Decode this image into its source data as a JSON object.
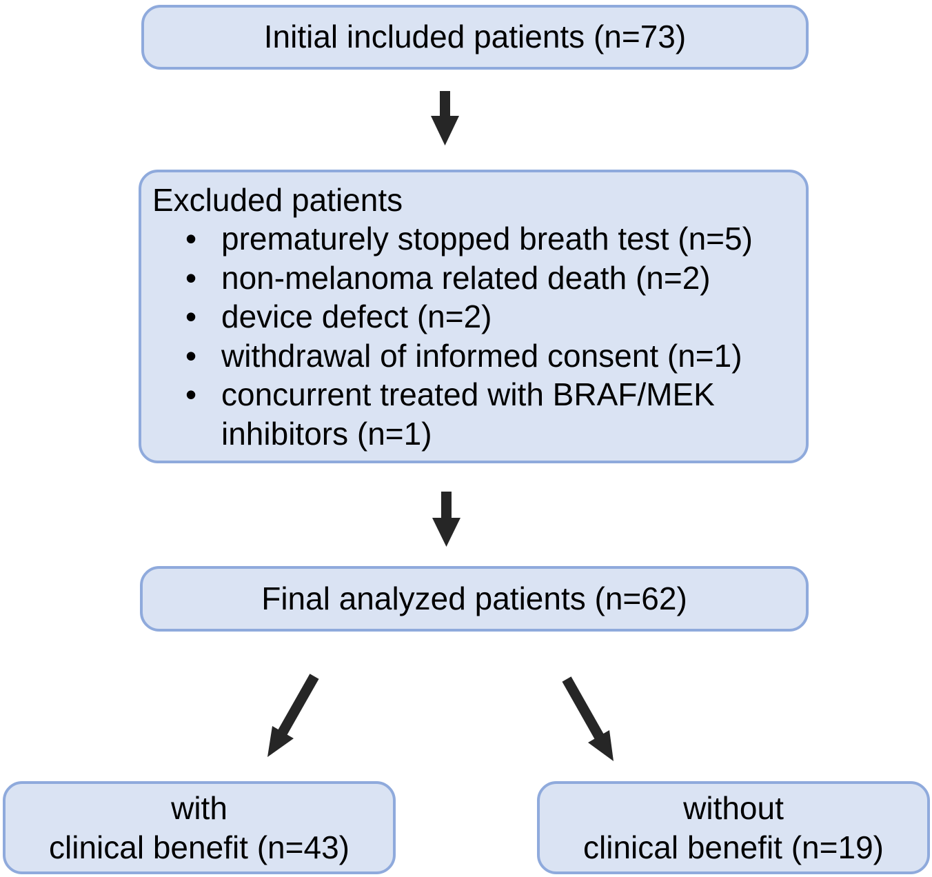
{
  "flowchart": {
    "initial": {
      "text": "Initial included patients (n=73)"
    },
    "excluded": {
      "title": "Excluded patients",
      "items": [
        {
          "bullet": "•",
          "text": "prematurely stopped breath test (n=5)"
        },
        {
          "bullet": "•",
          "text": "non-melanoma related death (n=2)"
        },
        {
          "bullet": "•",
          "text": "device defect (n=2)"
        },
        {
          "bullet": "•",
          "text": "withdrawal of informed consent (n=1)"
        },
        {
          "bullet": "•",
          "text": "concurrent treated with BRAF/MEK\ninhibitors (n=1)"
        }
      ]
    },
    "final": {
      "text": "Final analyzed patients (n=62)"
    },
    "with_benefit": {
      "line1": "with",
      "line2": "clinical benefit (n=43)"
    },
    "without_benefit": {
      "line1": "without",
      "line2": "clinical benefit (n=19)"
    }
  },
  "colors": {
    "box_fill": "#dae3f3",
    "box_border": "#8faadc",
    "arrow": "#262626",
    "text": "#000000"
  }
}
